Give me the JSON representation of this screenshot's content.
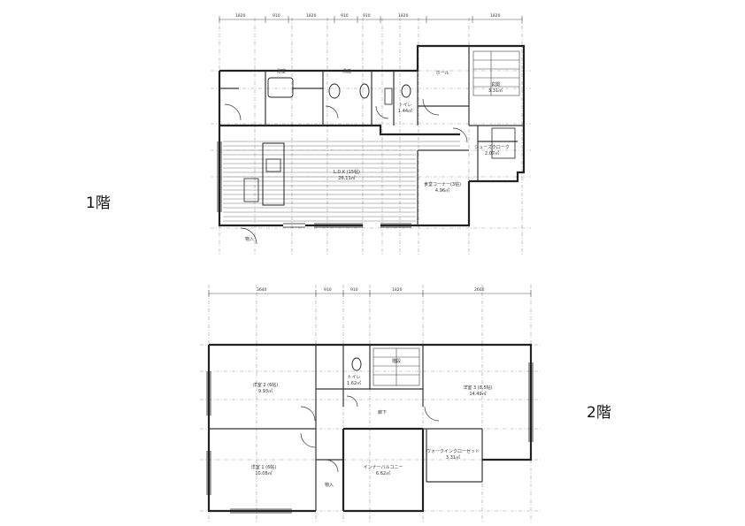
{
  "floors": [
    {
      "label": "1階",
      "dims": [
        "1820",
        "910",
        "1820",
        "910",
        "910",
        "1820",
        "1820"
      ],
      "rooms": [
        {
          "id": "ldk",
          "name": "L.D.K (15帖)",
          "area": "26.11㎡"
        },
        {
          "id": "dining",
          "name": "食堂コーナー(3帖)",
          "area": "4.96㎡"
        },
        {
          "id": "bath",
          "name": "浴室",
          "area": ""
        },
        {
          "id": "wash",
          "name": "洗面",
          "area": ""
        },
        {
          "id": "toilet",
          "name": "トイレ",
          "area": "1.44㎡"
        },
        {
          "id": "entrance",
          "name": "玄関",
          "area": "3.31㎡"
        },
        {
          "id": "hall",
          "name": "ホール",
          "area": ""
        },
        {
          "id": "shoebox",
          "name": "シューズクローク",
          "area": "2.07㎡"
        },
        {
          "id": "storage",
          "name": "物入",
          "area": ""
        }
      ]
    },
    {
      "label": "2階",
      "dims": [
        "3640",
        "910",
        "910",
        "1820",
        "2600"
      ],
      "rooms": [
        {
          "id": "room1",
          "name": "洋室 2 (6帖)",
          "area": "9.93㎡"
        },
        {
          "id": "room2",
          "name": "洋室 1 (6帖)",
          "area": "10.08㎡"
        },
        {
          "id": "room3",
          "name": "洋室 3 (8.5帖)",
          "area": "14.49㎡"
        },
        {
          "id": "toilet2",
          "name": "トイレ",
          "area": "1.62㎡"
        },
        {
          "id": "stair",
          "name": "階段",
          "area": ""
        },
        {
          "id": "hall2",
          "name": "廊下",
          "area": ""
        },
        {
          "id": "void",
          "name": "インナーバルコニー",
          "area": "6.62㎡"
        },
        {
          "id": "wic",
          "name": "ウォークインクローゼット",
          "area": "3.31㎡"
        },
        {
          "id": "closet",
          "name": "物入",
          "area": ""
        }
      ]
    }
  ]
}
